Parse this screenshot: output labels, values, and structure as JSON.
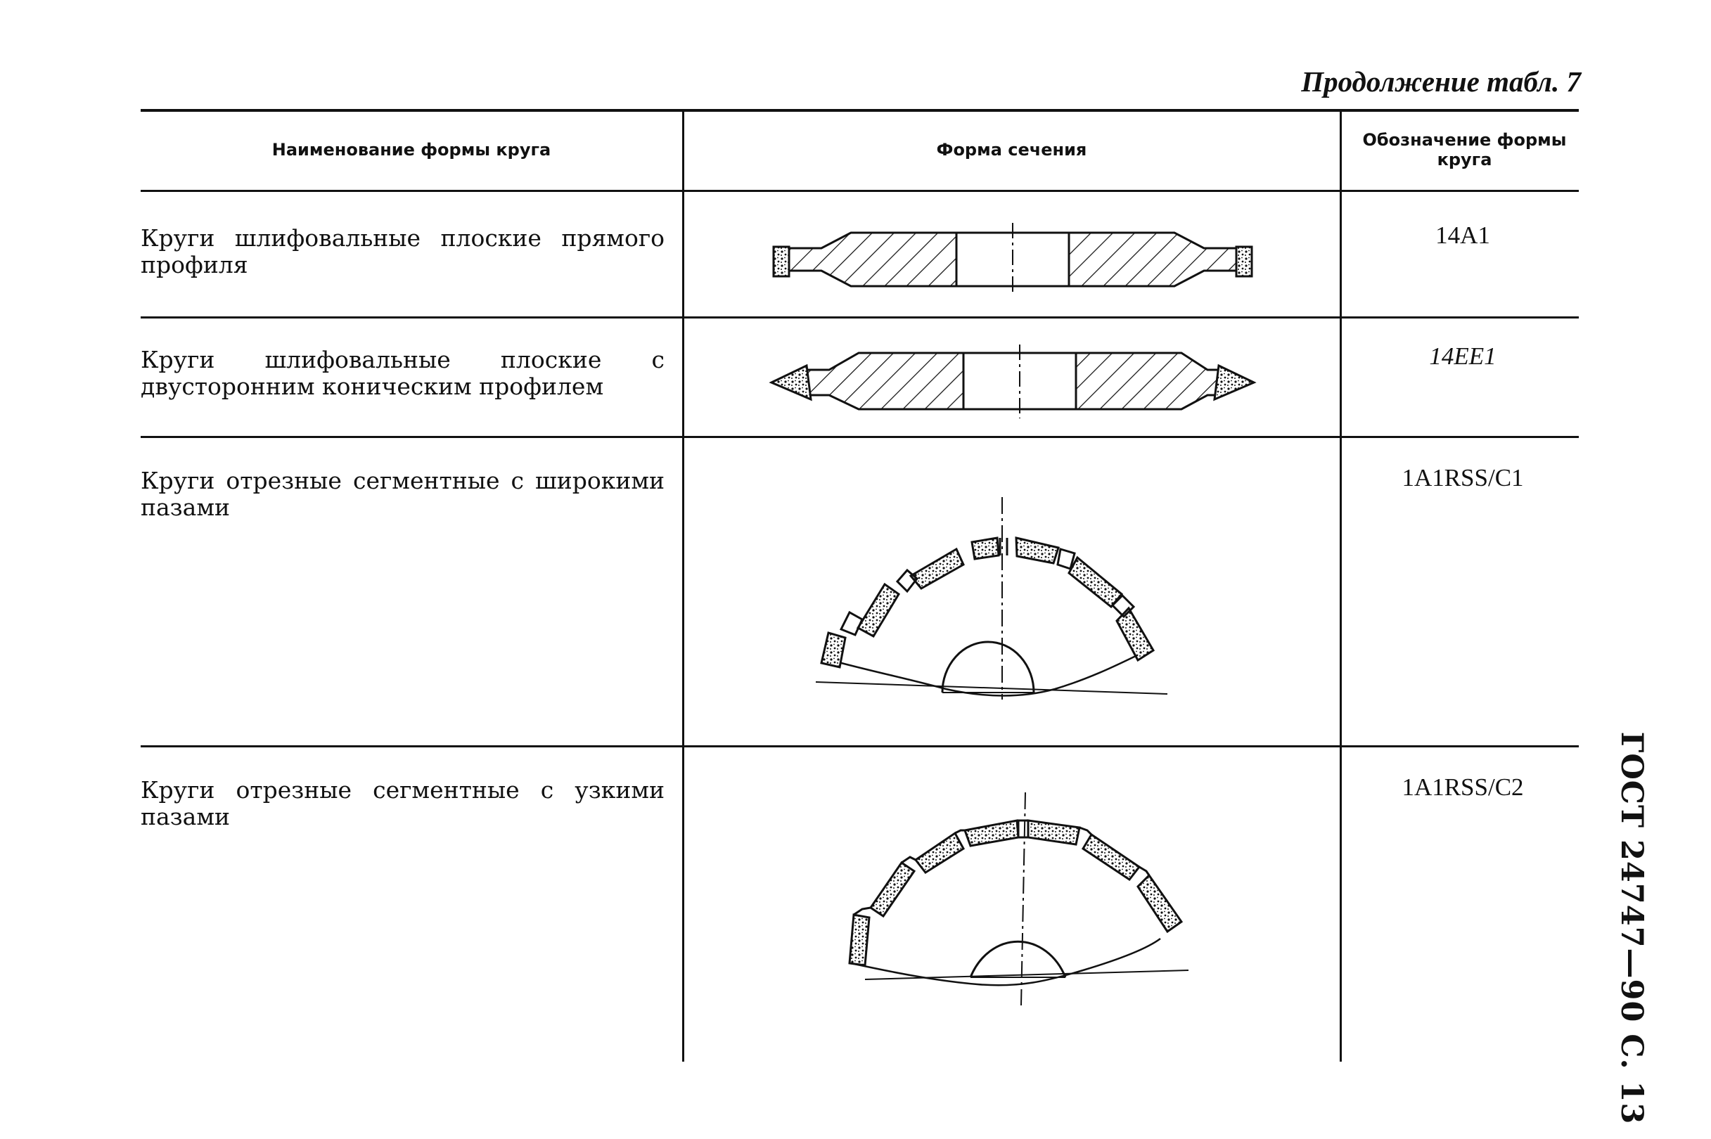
{
  "page": {
    "continuation": "Продолжение табл. 7",
    "side_stamp": "ГОСТ 24747—90 С. 13"
  },
  "table": {
    "headers": {
      "name": "Наименование формы круга",
      "section": "Форма сечения",
      "designation": "Обозначение формы круга"
    },
    "rows": [
      {
        "name": "Круги шлифовальные плоские прямого профиля",
        "designation": "14A1"
      },
      {
        "name": "Круги шлифовальные плоские с двусторонним коническим профилем",
        "designation": "14EE1"
      },
      {
        "name": "Круги отрезные сегментные с широкими пазами",
        "designation": "1A1RSS/C1"
      },
      {
        "name": "Круги отрезные сегментные с узкими пазами",
        "designation": "1A1RSS/C2"
      }
    ]
  }
}
